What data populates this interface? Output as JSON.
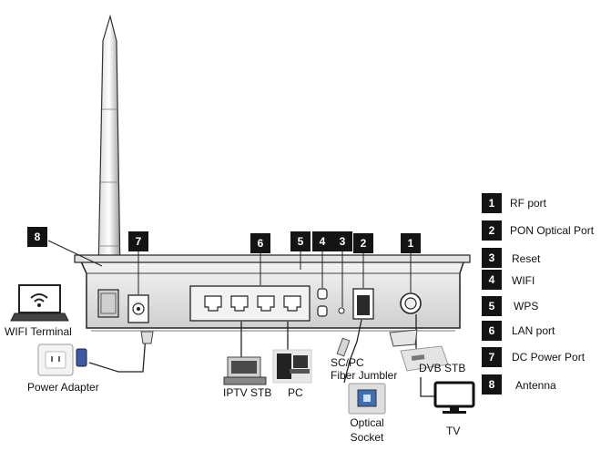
{
  "callouts": {
    "n1": "1",
    "n2": "2",
    "n3": "3",
    "n4": "4",
    "n5": "5",
    "n6": "6",
    "n7": "7",
    "n8": "8"
  },
  "devices": {
    "wifi_terminal": "WIFI Terminal",
    "power_adapter": "Power Adapter",
    "iptv_stb": "IPTV STB",
    "pc": "PC",
    "fiber_jumbler_line1": "SC/PC",
    "fiber_jumbler_line2": "Fiber Jumbler",
    "optical_socket_line1": "Optical",
    "optical_socket_line2": "Socket",
    "dvb_stb": "DVB STB",
    "tv": "TV"
  },
  "legend": [
    {
      "num": "1",
      "label": "RF port"
    },
    {
      "num": "2",
      "label": "PON Optical Port"
    },
    {
      "num": "3",
      "label": "Reset"
    },
    {
      "num": "4",
      "label": "WIFI"
    },
    {
      "num": "5",
      "label": "WPS"
    },
    {
      "num": "6",
      "label": "LAN port"
    },
    {
      "num": "7",
      "label": "DC Power Port"
    },
    {
      "num": "8",
      "label": "Antenna"
    }
  ]
}
